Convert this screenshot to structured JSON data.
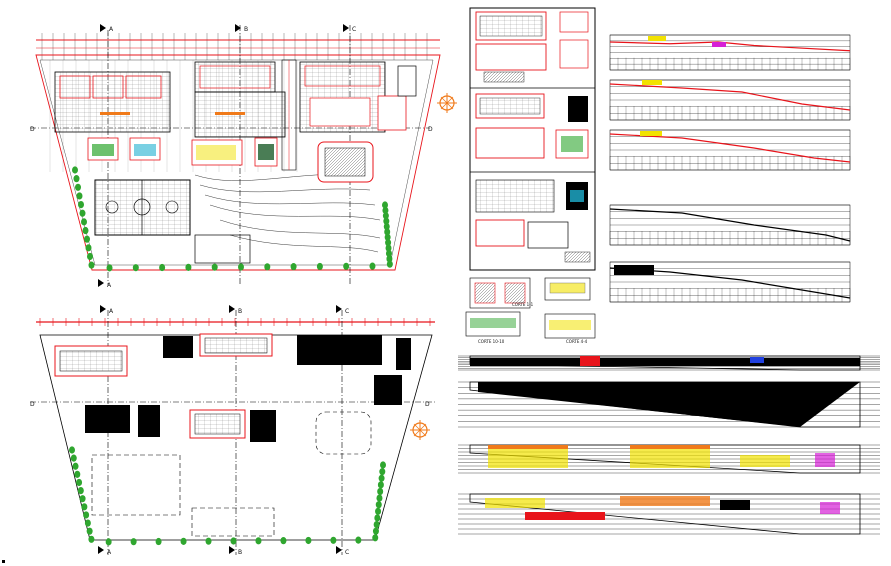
{
  "axis_markers": {
    "a": "A",
    "b": "B",
    "c": "C",
    "d": "D"
  },
  "section_titles": {
    "corte_1": "CORTE 1-1",
    "corte_10": "CORTE 10-10",
    "corte_4": "CORTE 4-4"
  },
  "colors": {
    "wall_red": "#e8141b",
    "outline_black": "#000000",
    "tree_green": "#2fa62f",
    "roof_orange": "#f07a1a",
    "accent_yellow": "#f2e200",
    "accent_magenta": "#d61fd6",
    "accent_blue": "#2040e0"
  }
}
